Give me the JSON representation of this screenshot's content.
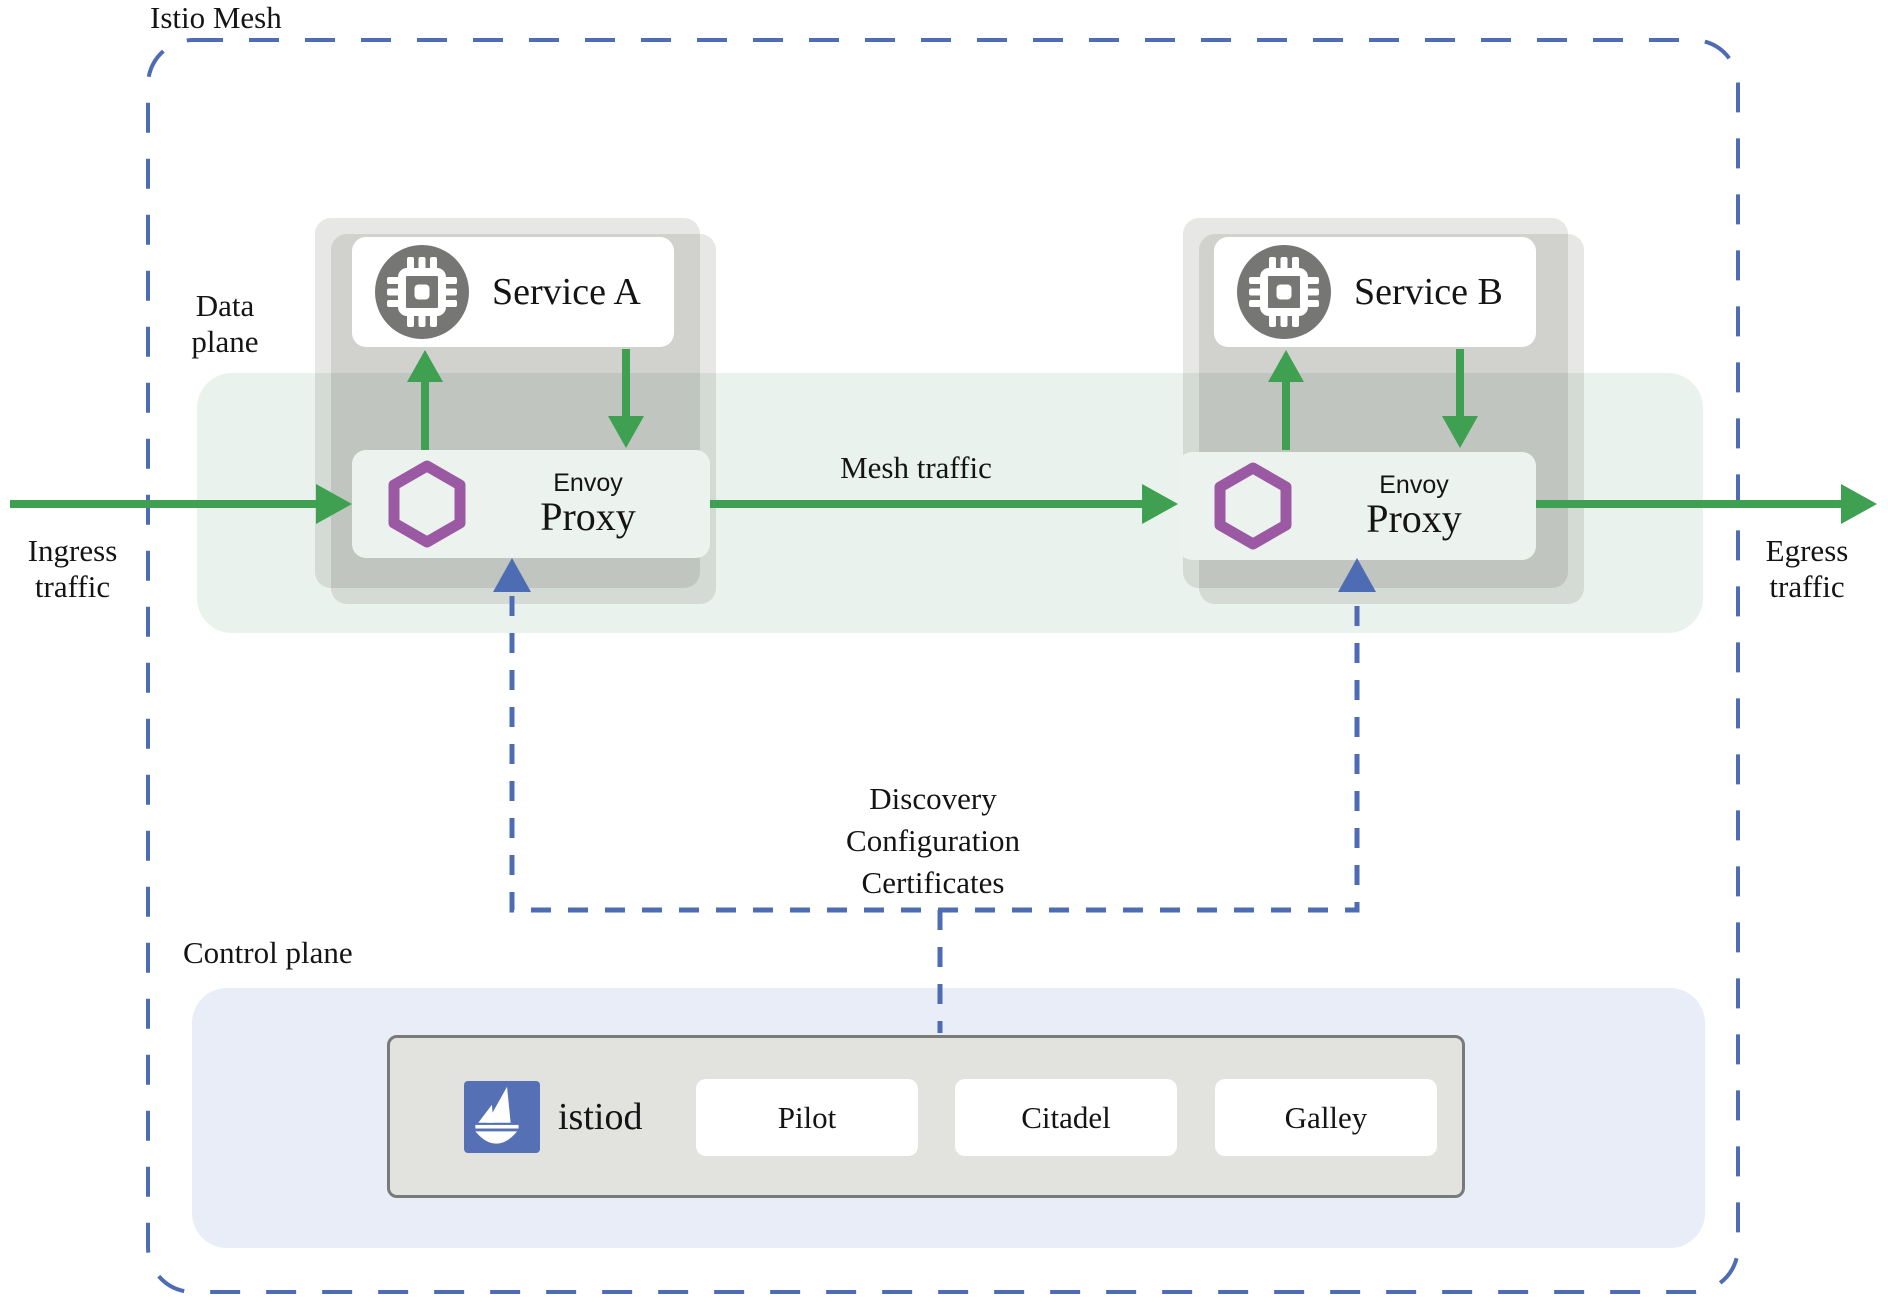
{
  "title": "Istio Mesh",
  "planes": {
    "data": "Data plane",
    "control": "Control plane"
  },
  "traffic": {
    "ingress": "Ingress traffic",
    "egress": "Egress traffic",
    "mesh": "Mesh traffic"
  },
  "control_link": {
    "lines": [
      "Discovery",
      "Configuration",
      "Certificates"
    ]
  },
  "services": [
    {
      "name": "Service A"
    },
    {
      "name": "Service B"
    }
  ],
  "proxy": {
    "vendor": "Envoy",
    "role": "Proxy"
  },
  "istiod": {
    "label": "istiod",
    "components": [
      "Pilot",
      "Citadel",
      "Galley"
    ]
  },
  "colors": {
    "arrow_green": "#3ea050",
    "hexagon_purple": "#9c59a3",
    "control_blue": "#4e6cb3",
    "istio_logo_blue": "#5570b4",
    "service_icon_gray": "#767675",
    "group_box_gray": "#e7e7e5",
    "data_plane_band": "#eaf2ed",
    "proxy_box": "#ecf3ee",
    "control_plane_bg": "#e9edf8",
    "istiod_box_bg": "#e2e2df",
    "istiod_box_border": "#7a7a78",
    "text": "#141414"
  }
}
